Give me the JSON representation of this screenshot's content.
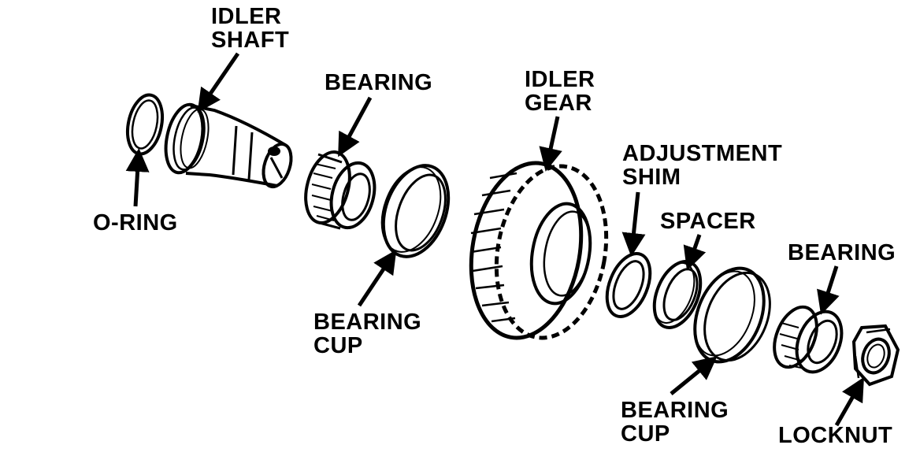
{
  "labels": {
    "idler_shaft": [
      "IDLER",
      "SHAFT"
    ],
    "o_ring": "O-RING",
    "bearing_1": "BEARING",
    "bearing_cup_1": [
      "BEARING",
      "CUP"
    ],
    "idler_gear": [
      "IDLER",
      "GEAR"
    ],
    "adjustment_shim": [
      "ADJUSTMENT",
      "SHIM"
    ],
    "spacer": "SPACER",
    "bearing_2": "BEARING",
    "bearing_cup_2": [
      "BEARING",
      "CUP"
    ],
    "locknut": "LOCKNUT"
  },
  "colors": {
    "ink": "#000000",
    "background": "#ffffff"
  }
}
